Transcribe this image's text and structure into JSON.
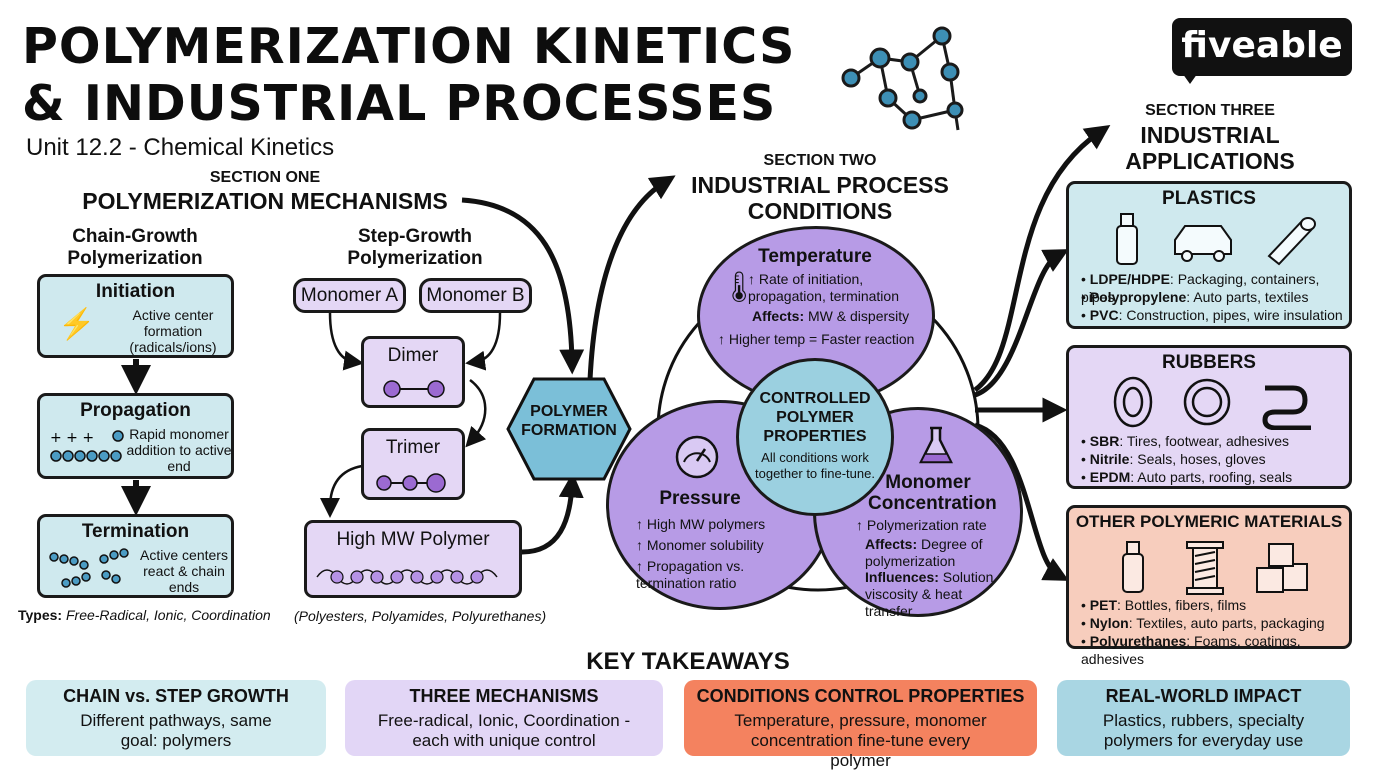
{
  "header": {
    "title_line1": "POLYMERIZATION KINETICS",
    "title_line2": "& INDUSTRIAL PROCESSES",
    "subtitle": "Unit 12.2 - Chemical Kinetics",
    "logo": "fiveable"
  },
  "section_one": {
    "label": "SECTION ONE",
    "title": "POLYMERIZATION MECHANISMS",
    "chain": {
      "heading": "Chain-Growth Polymerization",
      "steps": [
        {
          "title": "Initiation",
          "desc": "Active center formation (radicals/ions)"
        },
        {
          "title": "Propagation",
          "desc": "Rapid monomer addition to active end"
        },
        {
          "title": "Termination",
          "desc": "Active centers react & chain ends"
        }
      ],
      "types_label": "Types:",
      "types": "Free-Radical, Ionic, Coordination"
    },
    "step": {
      "heading": "Step-Growth Polymerization",
      "monomer_a": "Monomer A",
      "monomer_b": "Monomer B",
      "dimer": "Dimer",
      "trimer": "Trimer",
      "polymer": "High MW Polymer",
      "examples": "(Polyesters, Polyamides, Polyurethanes)"
    },
    "hub": "POLYMER FORMATION"
  },
  "section_two": {
    "label": "SECTION TWO",
    "title": "INDUSTRIAL PROCESS CONDITIONS",
    "temperature": {
      "title": "Temperature",
      "line1": "Rate of initiation, propagation, termination",
      "affects_label": "Affects:",
      "affects": "MW & dispersity",
      "line3": "Higher temp = Faster reaction"
    },
    "pressure": {
      "title": "Pressure",
      "line1": "High MW polymers",
      "line2": "Monomer solubility",
      "line3": "Propagation vs. termination ratio"
    },
    "concentration": {
      "title": "Monomer Concentration",
      "line1": "Polymerization rate",
      "affects_label": "Affects:",
      "affects": "Degree of polymerization",
      "influences_label": "Influences:",
      "influences": "Solution viscosity & heat transfer"
    },
    "center": {
      "title": "CONTROLLED POLYMER PROPERTIES",
      "desc": "All conditions work together to fine-tune."
    }
  },
  "section_three": {
    "label": "SECTION THREE",
    "title": "INDUSTRIAL APPLICATIONS",
    "plastics": {
      "title": "PLASTICS",
      "items": [
        {
          "name": "LDPE/HDPE",
          "desc": ": Packaging, containers, pipes"
        },
        {
          "name": "Polypropylene",
          "desc": ": Auto parts, textiles"
        },
        {
          "name": "PVC",
          "desc": ": Construction, pipes, wire insulation"
        }
      ]
    },
    "rubbers": {
      "title": "RUBBERS",
      "items": [
        {
          "name": "SBR",
          "desc": ": Tires, footwear, adhesives"
        },
        {
          "name": "Nitrile",
          "desc": ": Seals, hoses, gloves"
        },
        {
          "name": "EPDM",
          "desc": ": Auto parts, roofing, seals"
        }
      ]
    },
    "other": {
      "title": "OTHER POLYMERIC MATERIALS",
      "items": [
        {
          "name": "PET",
          "desc": ": Bottles, fibers, films"
        },
        {
          "name": "Nylon",
          "desc": ": Textiles, auto parts, packaging"
        },
        {
          "name": "Polyurethanes",
          "desc": ": Foams, coatings, adhesives"
        }
      ]
    }
  },
  "takeaways": {
    "heading": "KEY TAKEAWAYS",
    "cards": [
      {
        "title": "CHAIN vs. STEP GROWTH",
        "desc": "Different pathways, same goal: polymers",
        "color": "#d3ecf0"
      },
      {
        "title": "THREE MECHANISMS",
        "desc": "Free-radical, Ionic, Coordination - each with unique control",
        "color": "#e2d6f6"
      },
      {
        "title": "CONDITIONS CONTROL PROPERTIES",
        "desc": "Temperature, pressure, monomer concentration fine-tune every polymer",
        "color": "#f4825f"
      },
      {
        "title": "REAL-WORLD IMPACT",
        "desc": "Plastics, rubbers, specialty polymers for everyday use",
        "color": "#a9d6e3"
      }
    ]
  },
  "icons": [
    "molecule-icon",
    "lightning-icon",
    "chain-icon",
    "thermometer-icon",
    "gauge-icon",
    "flask-icon",
    "bottle-icon",
    "car-icon",
    "pipe-icon",
    "tire-icon",
    "ring-seal-icon",
    "hose-icon",
    "thread-spool-icon",
    "foam-blocks-icon"
  ],
  "colors": {
    "blue": "#cfe9ee",
    "purple": "#e4d7f5",
    "circle_purple": "#b79be6",
    "hub_blue": "#7bbfd8",
    "orange": "#f7cdbd",
    "accent_orange": "#f4825f"
  }
}
